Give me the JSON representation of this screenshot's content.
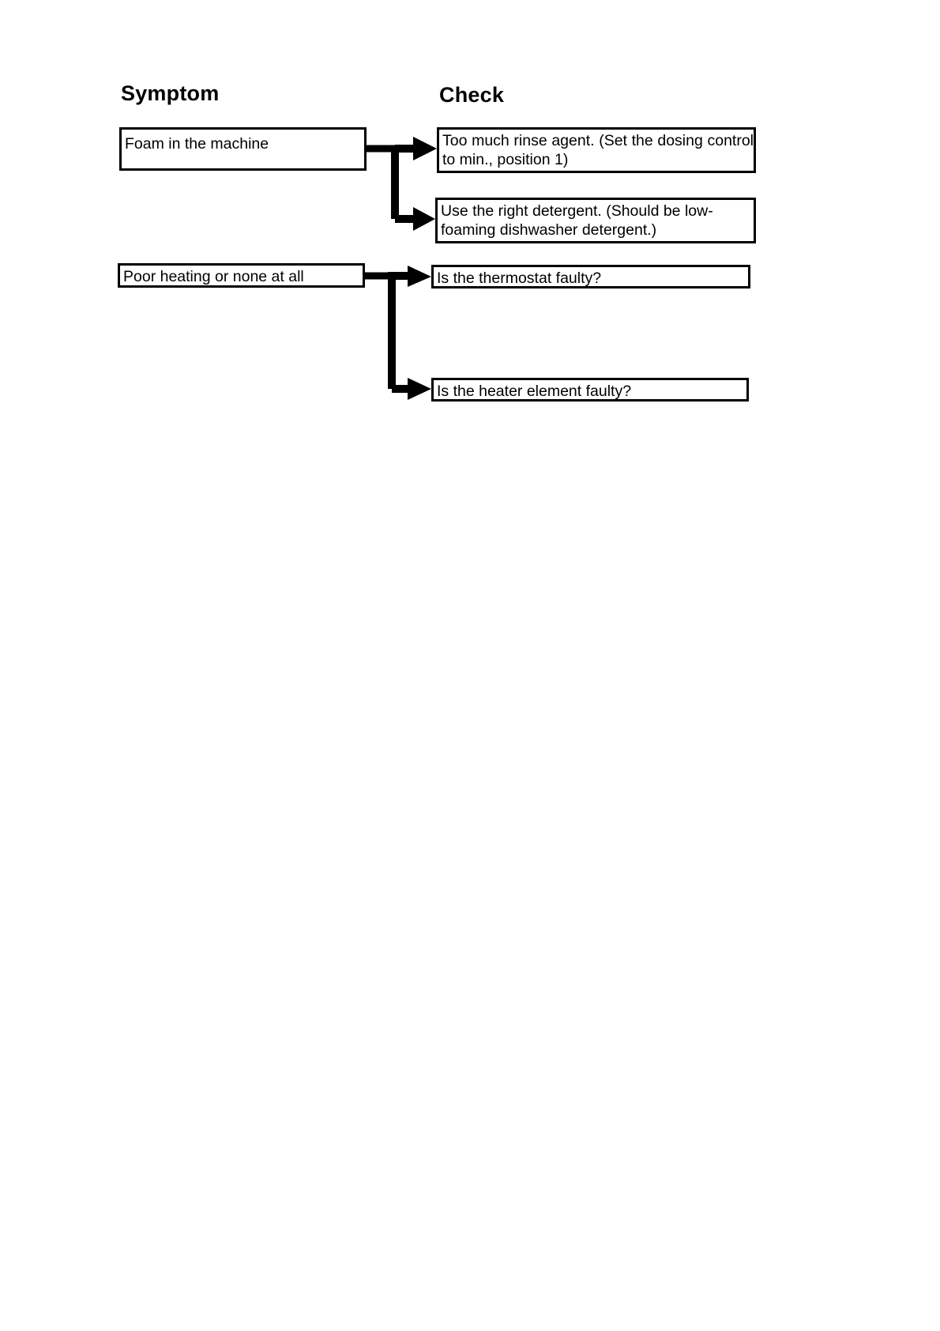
{
  "diagram": {
    "type": "troubleshooting-flow",
    "columns": [
      {
        "id": "symptom",
        "label": "Symptom"
      },
      {
        "id": "check",
        "label": "Check"
      }
    ],
    "groups": [
      {
        "symptom": "Foam in the machine",
        "checks": [
          "Too much rinse agent. (Set the dosing control to min., position 1)",
          "Use the right detergent. (Should be low-foaming dishwasher detergent.)"
        ]
      },
      {
        "symptom": "Poor heating or none at all",
        "checks": [
          "Is the thermostat faulty?",
          "Is the heater element faulty?"
        ]
      }
    ],
    "boxes": {
      "symptom_foam": "Foam in the machine",
      "symptom_heating": "Poor heating or none at all",
      "check_rinse": "Too much rinse agent. (Set the dosing control to min., position 1)",
      "check_detergent": "Use the right detergent. (Should be low-foaming dishwasher detergent.)",
      "check_thermostat": "Is the thermostat faulty?",
      "check_heater": "Is the heater element faulty?"
    },
    "colors": {
      "ink": "#000000",
      "paper": "#ffffff"
    }
  }
}
